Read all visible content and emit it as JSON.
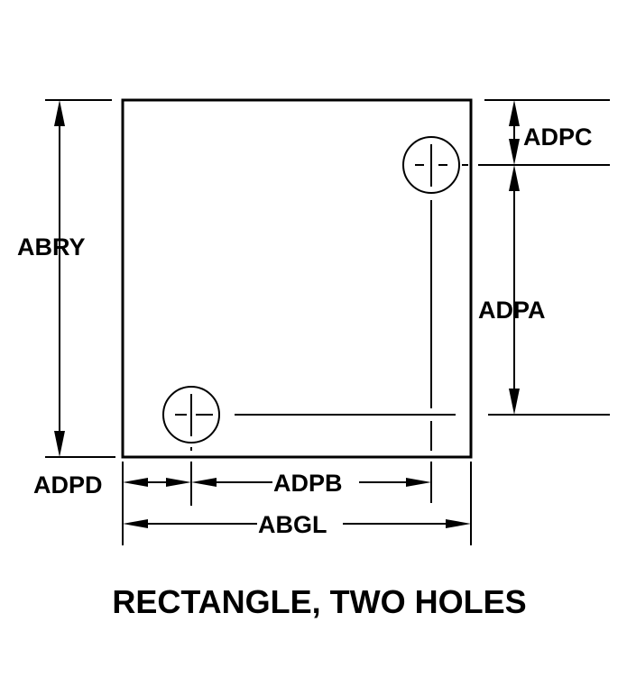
{
  "title": "RECTANGLE, TWO HOLES",
  "labels": {
    "abry": "ABRY",
    "adpc": "ADPC",
    "adpa": "ADPA",
    "adpd": "ADPD",
    "adpb": "ADPB",
    "abgl": "ABGL"
  }
}
